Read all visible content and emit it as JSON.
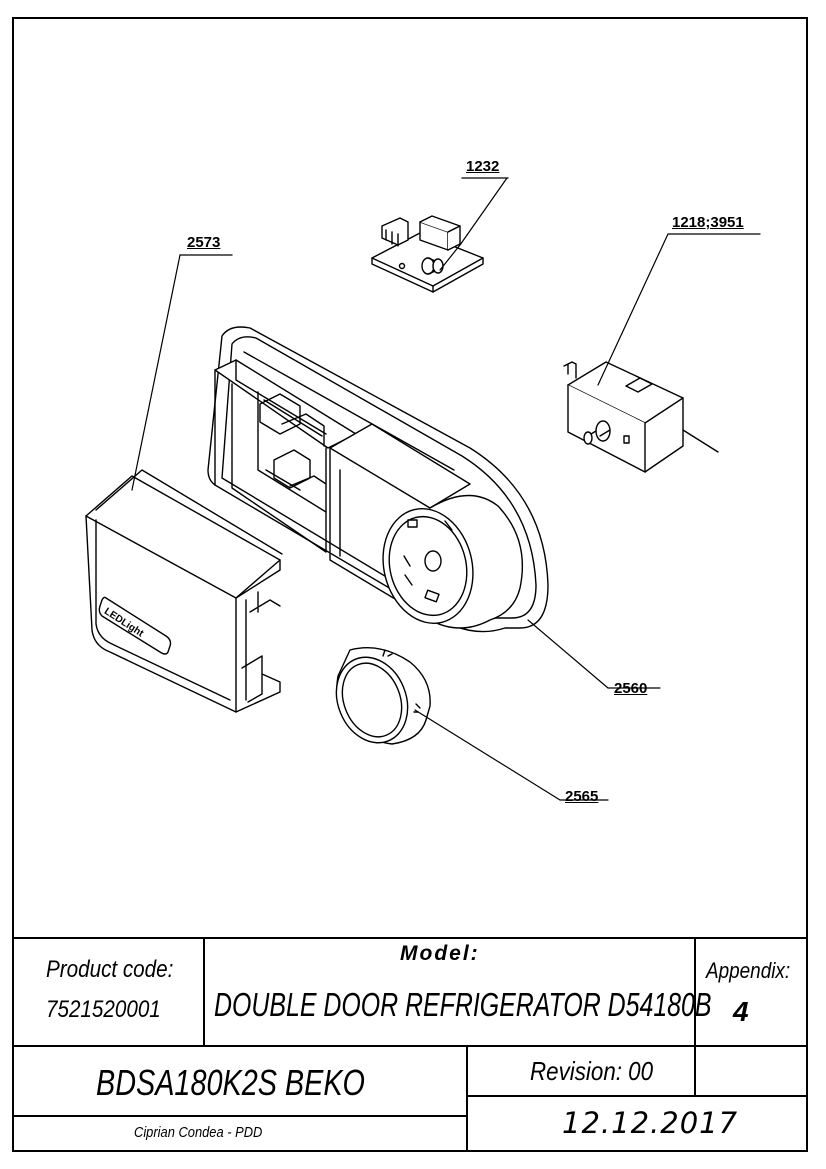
{
  "callouts": {
    "c1232": "1232",
    "c1218": "1218;3951",
    "c2573": "2573",
    "c2560": "2560",
    "c2565": "2565"
  },
  "cover_logo": "LEDLight",
  "title_block": {
    "product_code_label": "Product code:",
    "product_code_value": "7521520001",
    "model_label": "Model:",
    "model_value": "DOUBLE DOOR REFRIGERATOR D54180B",
    "appendix_label": "Appendix:",
    "appendix_value": "4",
    "model_code": "BDSA180K2S BEKO",
    "revision": "Revision: 00",
    "author": "Ciprian Condea - PDD",
    "date": "12.12.2017"
  }
}
